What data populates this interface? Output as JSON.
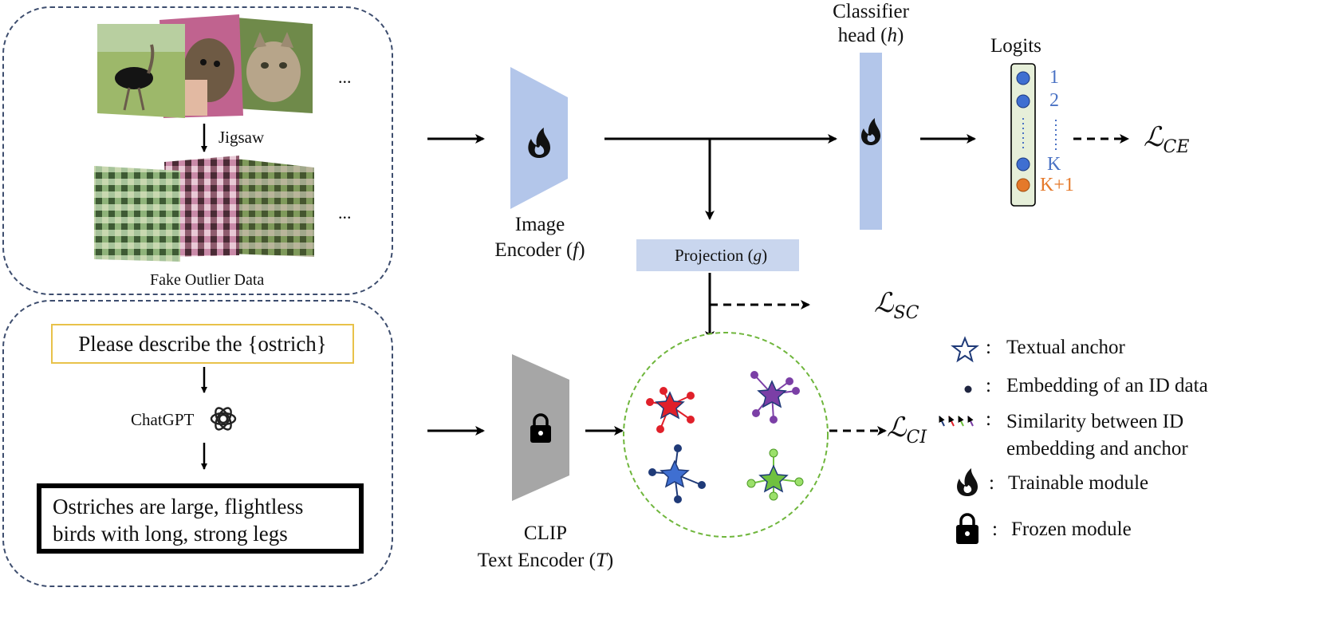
{
  "outlier_panel": {
    "jigsaw_label": "Jigsaw",
    "caption": "Fake Outlier Data",
    "ellipsis_top": "...",
    "ellipsis_bottom": "..."
  },
  "text_panel": {
    "prompt": "Please describe the {ostrich}",
    "chatgpt_label": "ChatGPT",
    "answer_line1": "Ostriches are large, flightless",
    "answer_line2": "birds with long, strong legs"
  },
  "image_encoder": {
    "line1": "Image",
    "line2_prefix": "Encoder (",
    "symbol": "f",
    "line2_suffix": ")"
  },
  "classifier_head": {
    "line1": "Classifier",
    "line2_prefix": "head (",
    "symbol": "h",
    "line2_suffix": ")"
  },
  "projection": {
    "prefix": "Projection (",
    "symbol": "g",
    "suffix": ")"
  },
  "text_encoder": {
    "line1": "CLIP",
    "line2_prefix": "Text Encoder (",
    "symbol": "T",
    "line2_suffix": ")"
  },
  "logits": {
    "title": "Logits",
    "labels": [
      "1",
      "2",
      "K",
      "K+1"
    ],
    "label_color": "#4a72c4",
    "outlier_color": "#e5792a"
  },
  "losses": {
    "ce": {
      "main": "ℒ",
      "sub": "CE"
    },
    "sc": {
      "main": "ℒ",
      "sub": "SC"
    },
    "ci": {
      "main": "ℒ",
      "sub": "CI"
    }
  },
  "legend": {
    "textual_anchor": "Textual anchor",
    "embedding": "Embedding of an ID data",
    "similarity_line1": "Similarity between ID",
    "similarity_line2": "embedding and anchor",
    "trainable": "Trainable module",
    "frozen": "Frozen module",
    "separator": ":"
  },
  "colors": {
    "encoder_blue": "#b3c6ea",
    "frozen_gray": "#a6a6a6",
    "cluster_red": "#e0202a",
    "cluster_purple": "#7b3fa6",
    "cluster_navy": "#1f3a78",
    "cluster_green": "#6fc13f"
  },
  "icons": [
    "flame-icon",
    "lock-icon",
    "star-icon",
    "chatgpt-icon"
  ]
}
